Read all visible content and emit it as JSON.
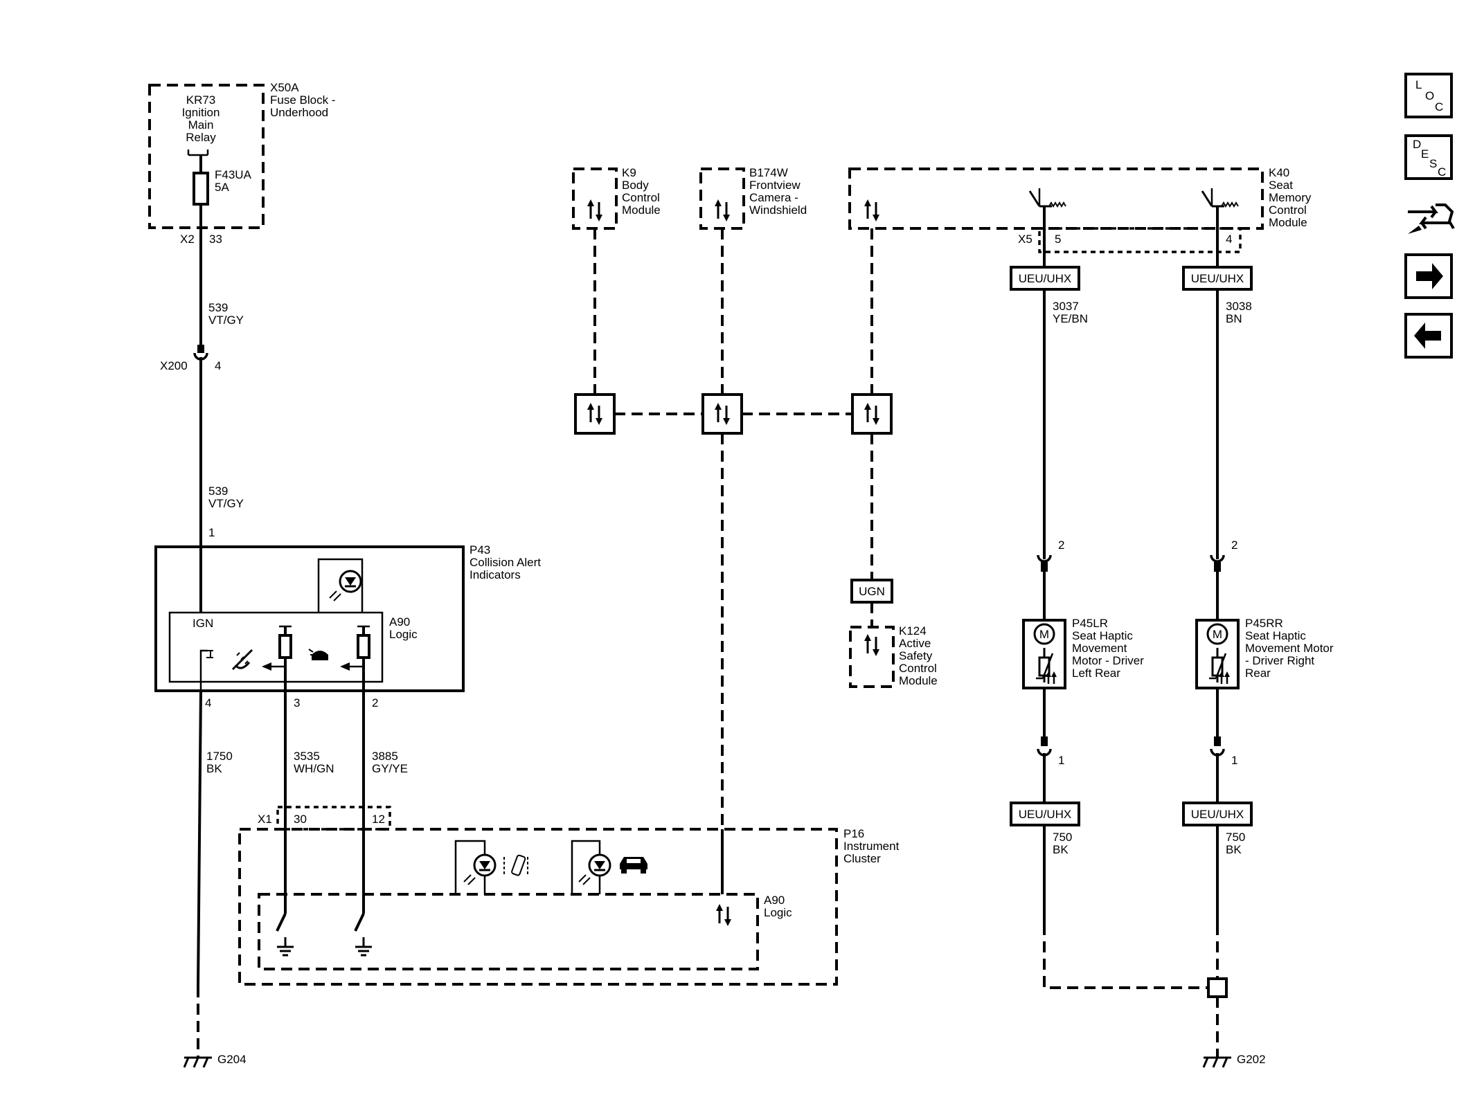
{
  "fuse_block": {
    "name": "X50A",
    "desc": [
      "Fuse Block -",
      "Underhood"
    ],
    "relay": [
      "KR73",
      "Ignition",
      "Main",
      "Relay"
    ],
    "fuse": [
      "F43UA",
      "5A"
    ],
    "conn": "X2",
    "pin": "33"
  },
  "inline_x200": {
    "name": "X200",
    "pin": "4"
  },
  "wire_539_a": [
    "539",
    "VT/GY"
  ],
  "wire_539_b": [
    "539",
    "VT/GY"
  ],
  "p43": {
    "name": "P43",
    "desc": [
      "Collision Alert",
      "Indicators"
    ],
    "logic": [
      "A90",
      "Logic"
    ],
    "ign_label": "IGN",
    "pin_top": "1",
    "pins": [
      "4",
      "3",
      "2"
    ]
  },
  "wire_1750": [
    "1750",
    "BK"
  ],
  "wire_3535": [
    "3535",
    "WH/GN"
  ],
  "wire_3885": [
    "3885",
    "GY/YE"
  ],
  "ground_g204": "G204",
  "p16": {
    "name": "P16",
    "desc": [
      "Instrument",
      "Cluster"
    ],
    "logic": [
      "A90",
      "Logic"
    ],
    "conn": "X1",
    "pins": [
      "30",
      "12"
    ]
  },
  "k9": {
    "name": "K9",
    "desc": [
      "Body",
      "Control",
      "Module"
    ]
  },
  "b174w": {
    "name": "B174W",
    "desc": [
      "Frontview",
      "Camera -",
      "Windshield"
    ]
  },
  "k40": {
    "name": "K40",
    "desc": [
      "Seat",
      "Memory",
      "Control",
      "Module"
    ],
    "conn": "X5",
    "pins": [
      "5",
      "4"
    ]
  },
  "ueu_label": "UEU/UHX",
  "ugn_label": "UGN",
  "wire_3037": [
    "3037",
    "YE/BN"
  ],
  "wire_3038": [
    "3038",
    "BN"
  ],
  "k124": {
    "name": "K124",
    "desc": [
      "Active",
      "Safety",
      "Control",
      "Module"
    ]
  },
  "p45lr": {
    "name": "P45LR",
    "desc": [
      "Seat Haptic",
      "Movement",
      "Motor - Driver",
      "Left Rear"
    ],
    "pin_top": "2",
    "pin_bottom": "1"
  },
  "p45rr": {
    "name": "P45RR",
    "desc": [
      "Seat Haptic",
      "Movement Motor",
      "- Driver Right",
      "Rear"
    ],
    "pin_top": "2",
    "pin_bottom": "1"
  },
  "motor_letter": "M",
  "wire_750_l": [
    "750",
    "BK"
  ],
  "wire_750_r": [
    "750",
    "BK"
  ],
  "ground_g202": "G202",
  "nav": {
    "loc": [
      "L",
      "O",
      "C"
    ],
    "desc": [
      "D",
      "E",
      "S",
      "C"
    ]
  }
}
